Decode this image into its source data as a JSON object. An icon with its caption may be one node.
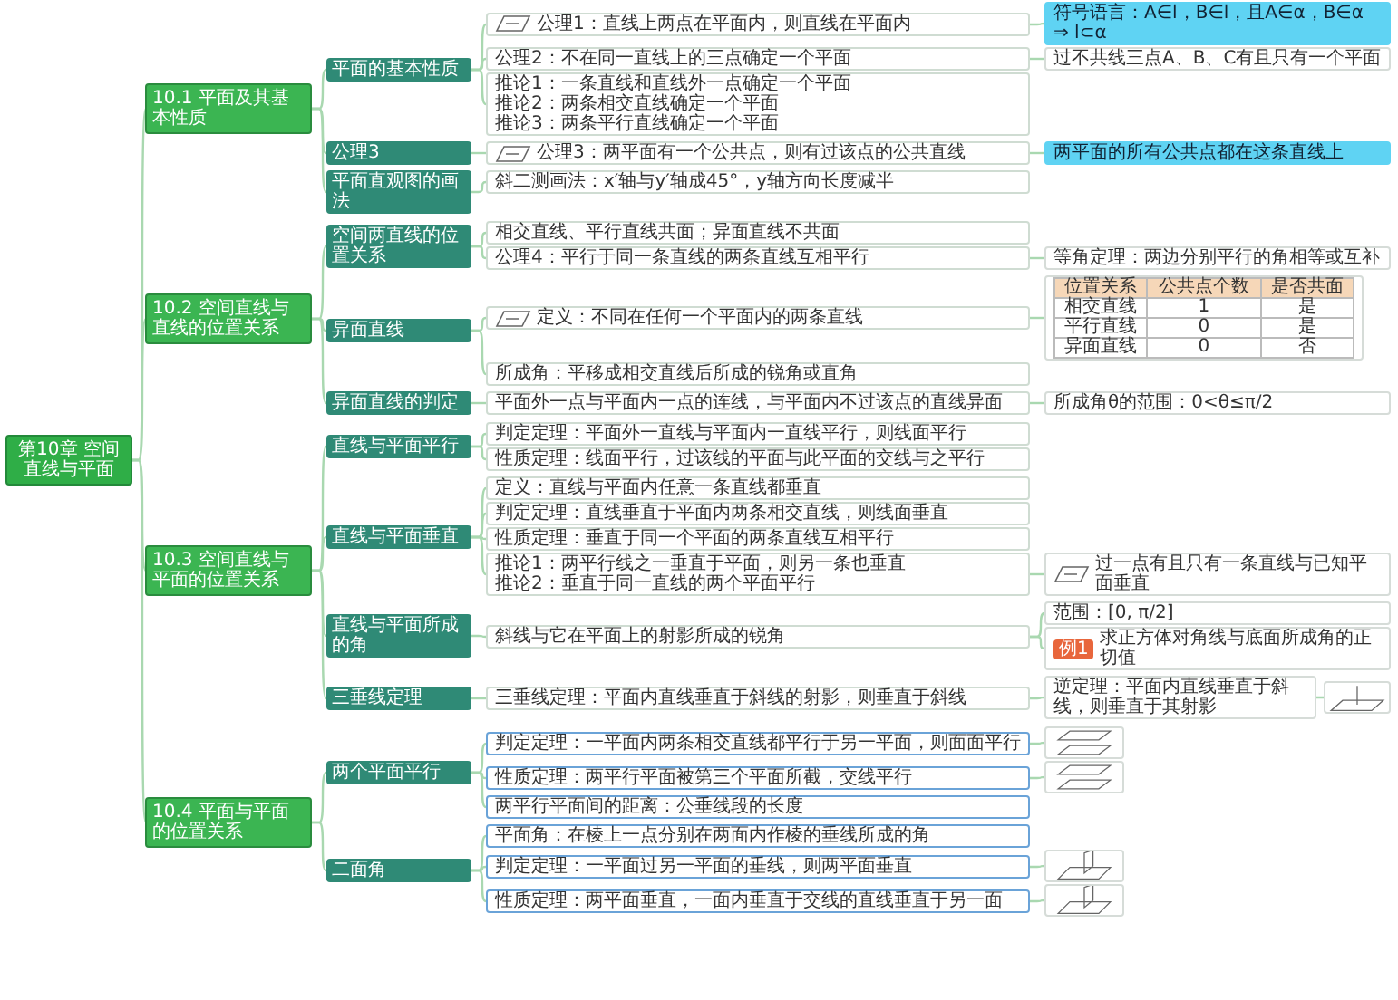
{
  "diagram": {
    "nodes": [
      {
        "text": [
          "第10章 空间直线与平面"
        ]
      },
      {
        "text": [
          "10.1 平面及其基本性质"
        ]
      },
      {
        "text": [
          "平面的基本性质"
        ]
      },
      {
        "text": [
          "公理1：直线上两点在平面内，则直线在平面内"
        ]
      },
      {
        "text": [
          "符号语言：A∈l，B∈l，且A∈α，B∈α ⇒ l⊂α"
        ]
      },
      {
        "text": [
          "公理2：不在同一直线上的三点确定一个平面"
        ]
      },
      {
        "text": [
          "过不共线三点A、B、C有且只有一个平面"
        ]
      },
      {
        "text": [
          "推论1：一条直线和直线外一点确定一个平面",
          "推论2：两条相交直线确定一个平面",
          "推论3：两条平行直线确定一个平面"
        ]
      },
      {
        "text": [
          "公理3"
        ]
      },
      {
        "text": [
          "公理3：两平面有一个公共点，则有过该点的公共直线"
        ]
      },
      {
        "text": [
          "两平面的所有公共点都在这条直线上"
        ]
      },
      {
        "text": [
          "平面直观图的画法"
        ]
      },
      {
        "text": [
          "斜二测画法：x′轴与y′轴成45°，y轴方向长度减半"
        ]
      },
      {
        "text": [
          "10.2 空间直线与直线的位置关系"
        ]
      },
      {
        "text": [
          "空间两直线的位置关系"
        ]
      },
      {
        "text": [
          "相交直线、平行直线共面；异面直线不共面"
        ]
      },
      {
        "text": [
          "公理4：平行于同一条直线的两条直线互相平行"
        ]
      },
      {
        "text": [
          "等角定理：两边分别平行的角相等或互补"
        ]
      },
      {
        "text": [
          "异面直线"
        ]
      },
      {
        "text": [
          "定义：不同在任何一个平面内的两条直线"
        ]
      },
      {
        "text": [
          "位置关系",
          "公共点个数",
          "是否共面",
          "相交直线",
          "1",
          "是",
          "平行直线",
          "0",
          "是",
          "异面直线",
          "0",
          "否"
        ]
      },
      {
        "text": [
          "所成角：平移成相交直线后所成的锐角或直角"
        ]
      },
      {
        "text": [
          "异面直线的判定"
        ]
      },
      {
        "text": [
          "平面外一点与平面内一点的连线，与平面内不过该点的直线异面"
        ]
      },
      {
        "text": [
          "所成角θ的范围：0<θ≤π/2"
        ]
      },
      {
        "text": [
          "10.3 空间直线与平面的位置关系"
        ]
      },
      {
        "text": [
          "直线与平面平行"
        ]
      },
      {
        "text": [
          "判定定理：平面外一直线与平面内一直线平行，则线面平行"
        ]
      },
      {
        "text": [
          "性质定理：线面平行，过该线的平面与此平面的交线与之平行"
        ]
      },
      {
        "text": [
          "直线与平面垂直"
        ]
      },
      {
        "text": [
          "定义：直线与平面内任意一条直线都垂直"
        ]
      },
      {
        "text": [
          "判定定理：直线垂直于平面内两条相交直线，则线面垂直"
        ]
      },
      {
        "text": [
          "性质定理：垂直于同一个平面的两条直线互相平行"
        ]
      },
      {
        "text": [
          "推论1：两平行线之一垂直于平面，则另一条也垂直",
          "推论2：垂直于同一直线的两个平面平行"
        ]
      },
      {
        "text": [
          "过一点有且只有一条直线与已知平面垂直"
        ]
      },
      {
        "text": [
          "直线与平面所成的角"
        ]
      },
      {
        "text": [
          "斜线与它在平面上的射影所成的锐角"
        ]
      },
      {
        "text": [
          "范围：[0, π/2]"
        ]
      },
      {
        "text": [
          "例1",
          "求正方体对角线与底面所成角的正切值"
        ]
      },
      {
        "text": [
          "三垂线定理"
        ]
      },
      {
        "text": [
          "三垂线定理：平面内直线垂直于斜线的射影，则垂直于斜线"
        ]
      },
      {
        "text": [
          "逆定理：平面内直线垂直于斜线，则垂直于其射影"
        ]
      },
      {
        "text": [],
        "shape": "picture"
      },
      {
        "text": [
          "10.4 平面与平面的位置关系"
        ]
      },
      {
        "text": [
          "两个平面平行"
        ]
      },
      {
        "text": [
          "判定定理：一平面内两条相交直线都平行于另一平面，则面面平行"
        ]
      },
      {
        "text": [],
        "shape": "picture"
      },
      {
        "text": [
          "性质定理：两平行平面被第三个平面所截，交线平行"
        ]
      },
      {
        "text": [],
        "shape": "picture"
      },
      {
        "text": [
          "两平行平面间的距离：公垂线段的长度"
        ]
      },
      {
        "text": [
          "二面角"
        ]
      },
      {
        "text": [
          "平面角：在棱上一点分别在两面内作棱的垂线所成的角"
        ]
      },
      {
        "text": [
          "判定定理：一平面过另一平面的垂线，则两平面垂直"
        ]
      },
      {
        "text": [],
        "shape": "picture"
      },
      {
        "text": [
          "性质定理：两平面垂直，一面内垂直于交线的直线垂直于另一面"
        ]
      },
      {
        "text": [],
        "shape": "picture"
      }
    ],
    "edges": [
      {
        "from": 0,
        "to": 1,
        "arrow": "none"
      },
      {
        "from": 1,
        "to": 2,
        "arrow": "none"
      },
      {
        "from": 2,
        "to": 3,
        "arrow": "none"
      },
      {
        "from": 3,
        "to": 4,
        "arrow": "none"
      },
      {
        "from": 2,
        "to": 5,
        "arrow": "none"
      },
      {
        "from": 5,
        "to": 6,
        "arrow": "none"
      },
      {
        "from": 2,
        "to": 7,
        "arrow": "none"
      },
      {
        "from": 1,
        "to": 8,
        "arrow": "none"
      },
      {
        "from": 8,
        "to": 9,
        "arrow": "none"
      },
      {
        "from": 9,
        "to": 10,
        "arrow": "none"
      },
      {
        "from": 1,
        "to": 11,
        "arrow": "none"
      },
      {
        "from": 11,
        "to": 12,
        "arrow": "none"
      },
      {
        "from": 0,
        "to": 13,
        "arrow": "none"
      },
      {
        "from": 13,
        "to": 14,
        "arrow": "none"
      },
      {
        "from": 14,
        "to": 15,
        "arrow": "none"
      },
      {
        "from": 14,
        "to": 16,
        "arrow": "none"
      },
      {
        "from": 16,
        "to": 17,
        "arrow": "none"
      },
      {
        "from": 13,
        "to": 18,
        "arrow": "none"
      },
      {
        "from": 18,
        "to": 19,
        "arrow": "none"
      },
      {
        "from": 19,
        "to": 20,
        "arrow": "none"
      },
      {
        "from": 18,
        "to": 21,
        "arrow": "none"
      },
      {
        "from": 13,
        "to": 22,
        "arrow": "none"
      },
      {
        "from": 22,
        "to": 23,
        "arrow": "none"
      },
      {
        "from": 23,
        "to": 24,
        "arrow": "none"
      },
      {
        "from": 0,
        "to": 25,
        "arrow": "none"
      },
      {
        "from": 25,
        "to": 26,
        "arrow": "none"
      },
      {
        "from": 26,
        "to": 27,
        "arrow": "none"
      },
      {
        "from": 26,
        "to": 28,
        "arrow": "none"
      },
      {
        "from": 25,
        "to": 29,
        "arrow": "none"
      },
      {
        "from": 29,
        "to": 30,
        "arrow": "none"
      },
      {
        "from": 29,
        "to": 31,
        "arrow": "none"
      },
      {
        "from": 29,
        "to": 32,
        "arrow": "none"
      },
      {
        "from": 29,
        "to": 33,
        "arrow": "none"
      },
      {
        "from": 33,
        "to": 34,
        "arrow": "none"
      },
      {
        "from": 25,
        "to": 35,
        "arrow": "none"
      },
      {
        "from": 35,
        "to": 36,
        "arrow": "none"
      },
      {
        "from": 36,
        "to": 37,
        "arrow": "none"
      },
      {
        "from": 36,
        "to": 38,
        "arrow": "none"
      },
      {
        "from": 25,
        "to": 39,
        "arrow": "none"
      },
      {
        "from": 39,
        "to": 40,
        "arrow": "none"
      },
      {
        "from": 40,
        "to": 41,
        "arrow": "none"
      },
      {
        "from": 41,
        "to": 42,
        "arrow": "none"
      },
      {
        "from": 0,
        "to": 43,
        "arrow": "none"
      },
      {
        "from": 43,
        "to": 44,
        "arrow": "none"
      },
      {
        "from": 44,
        "to": 45,
        "arrow": "none"
      },
      {
        "from": 45,
        "to": 46,
        "arrow": "none"
      },
      {
        "from": 44,
        "to": 47,
        "arrow": "none"
      },
      {
        "from": 47,
        "to": 48,
        "arrow": "none"
      },
      {
        "from": 44,
        "to": 49,
        "arrow": "none"
      },
      {
        "from": 43,
        "to": 50,
        "arrow": "none"
      },
      {
        "from": 50,
        "to": 51,
        "arrow": "none"
      },
      {
        "from": 50,
        "to": 52,
        "arrow": "none"
      },
      {
        "from": 52,
        "to": 53,
        "arrow": "none"
      },
      {
        "from": 50,
        "to": 54,
        "arrow": "none"
      },
      {
        "from": 54,
        "to": 55,
        "arrow": "none"
      }
    ]
  }
}
